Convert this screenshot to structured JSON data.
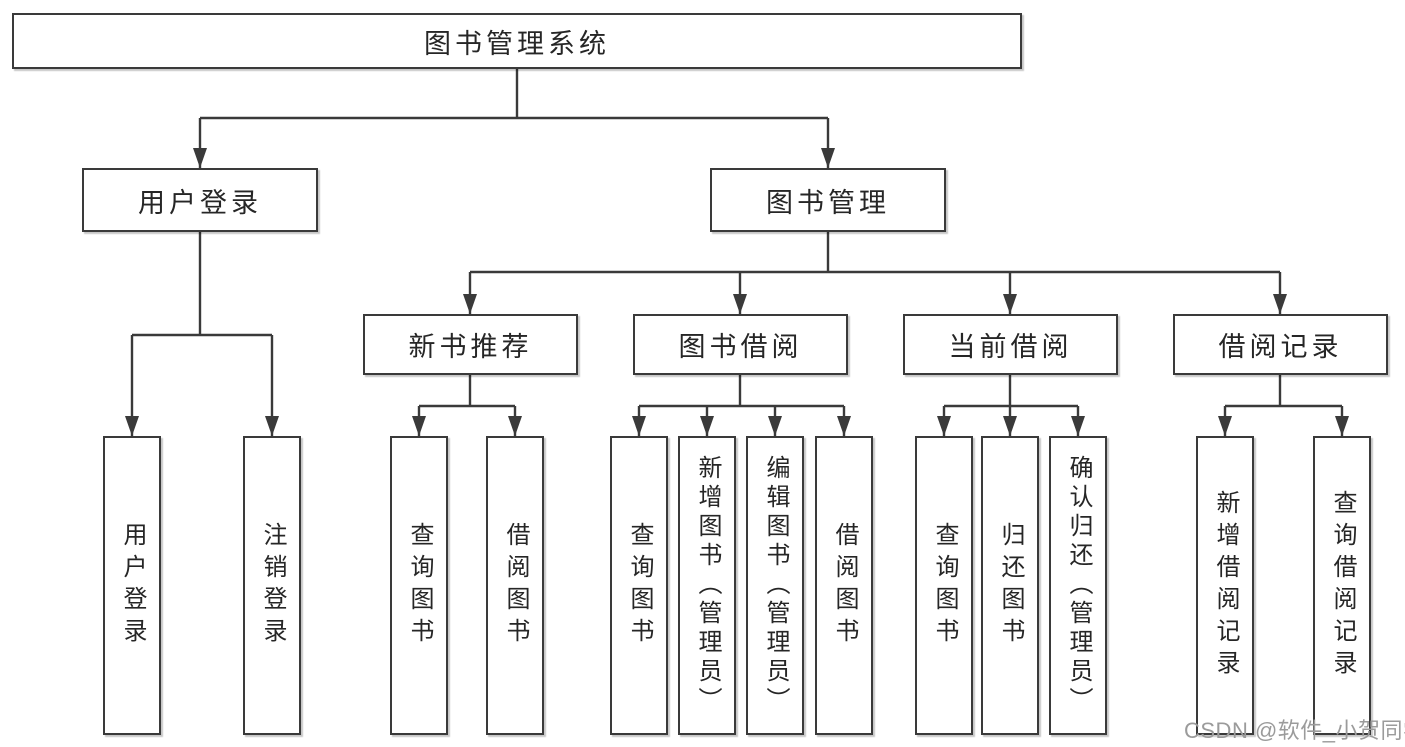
{
  "diagram": {
    "root": "图书管理系统",
    "children": [
      {
        "label": "用户登录",
        "children": [
          "用户登录",
          "注销登录"
        ]
      },
      {
        "label": "图书管理",
        "children": [
          {
            "label": "新书推荐",
            "children": [
              "查询图书",
              "借阅图书"
            ]
          },
          {
            "label": "图书借阅",
            "children": [
              "查询图书",
              "新增图书（管理员）",
              "编辑图书（管理员）",
              "借阅图书"
            ]
          },
          {
            "label": "当前借阅",
            "children": [
              "查询图书",
              "归还图书",
              "确认归还（管理员）"
            ]
          },
          {
            "label": "借阅记录",
            "children": [
              "新增借阅记录",
              "查询借阅记录"
            ]
          }
        ]
      }
    ]
  },
  "watermark": "CSDN @软件_小贺同学",
  "colors": {
    "line": "#3a3a3a",
    "box_border": "#3a3a3a",
    "text": "#262626",
    "watermark": "#9b9b9b",
    "background": "#ffffff"
  }
}
